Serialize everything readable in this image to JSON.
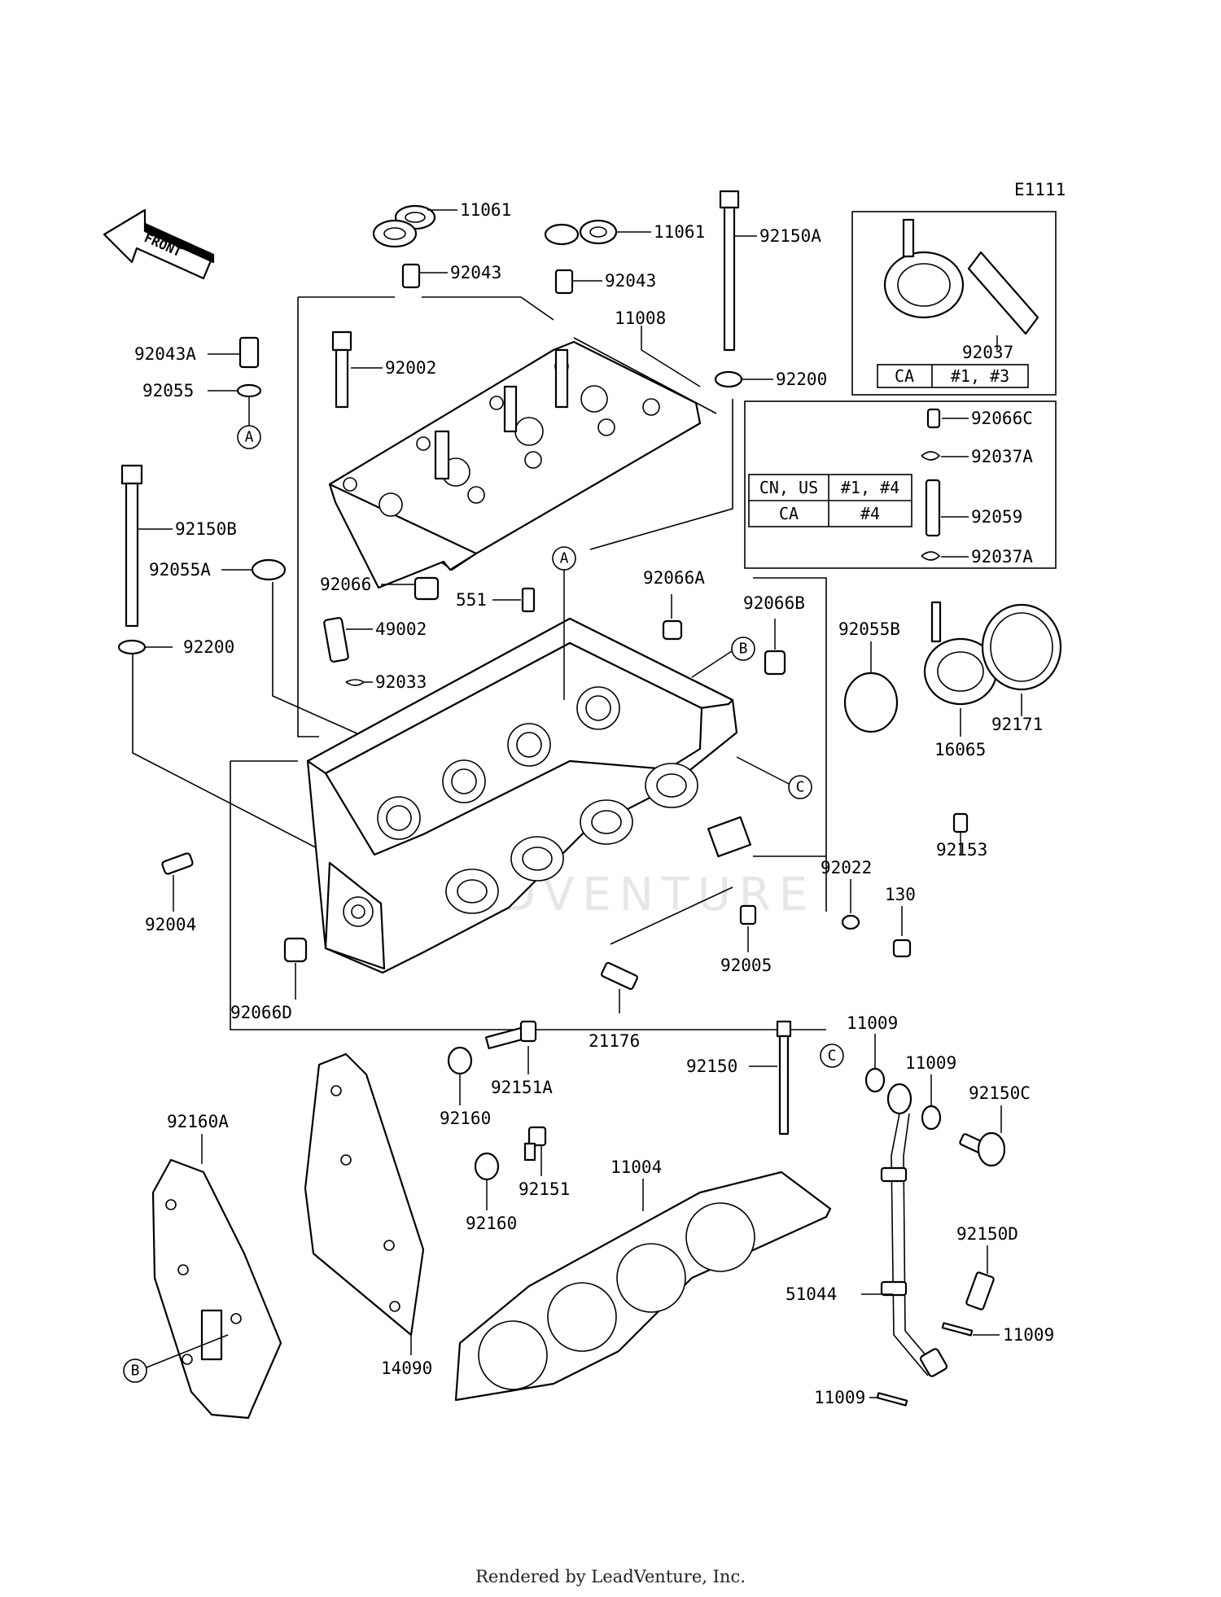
{
  "diagram_code": "E1111",
  "front_label": "FRONT",
  "footer": "Rendered by LeadVenture, Inc.",
  "watermark": "LEADVENTURE",
  "callouts": {
    "A": "A",
    "B": "B",
    "C": "C"
  },
  "parts": {
    "p11061a": "11061",
    "p11061b": "11061",
    "p92043a": "92043",
    "p92043b": "92043",
    "p92150A": "92150A",
    "p11008": "11008",
    "p92043A": "92043A",
    "p92055": "92055",
    "p92002": "92002",
    "p92200a": "92200",
    "p92037": "92037",
    "p92150B": "92150B",
    "p92055A": "92055A",
    "p92066": "92066",
    "p49002": "49002",
    "p92033": "92033",
    "p551": "551",
    "p92066A": "92066A",
    "p92066B": "92066B",
    "p92200b": "92200",
    "p92066C": "92066C",
    "p92037A_a": "92037A",
    "p92059": "92059",
    "p92037A_b": "92037A",
    "p92055B": "92055B",
    "p92171": "92171",
    "p16065": "16065",
    "p92153": "92153",
    "p92022": "92022",
    "p130": "130",
    "p92004": "92004",
    "p92005": "92005",
    "p92066D": "92066D",
    "p21176": "21176",
    "p11009a": "11009",
    "p11009b": "11009",
    "p92150": "92150",
    "p92151A": "92151A",
    "p92150C": "92150C",
    "p92160A": "92160A",
    "p92160a": "92160",
    "p92151": "92151",
    "p11004": "11004",
    "p92160b": "92160",
    "p92150D": "92150D",
    "p51044": "51044",
    "p11009c": "11009",
    "p14090": "14090",
    "p11009d": "11009"
  },
  "table_top": {
    "rows": [
      [
        "CA",
        "#1, #3"
      ]
    ]
  },
  "table_mid": {
    "rows": [
      [
        "CN, US",
        "#1, #4"
      ],
      [
        "CA",
        "#4"
      ]
    ]
  }
}
